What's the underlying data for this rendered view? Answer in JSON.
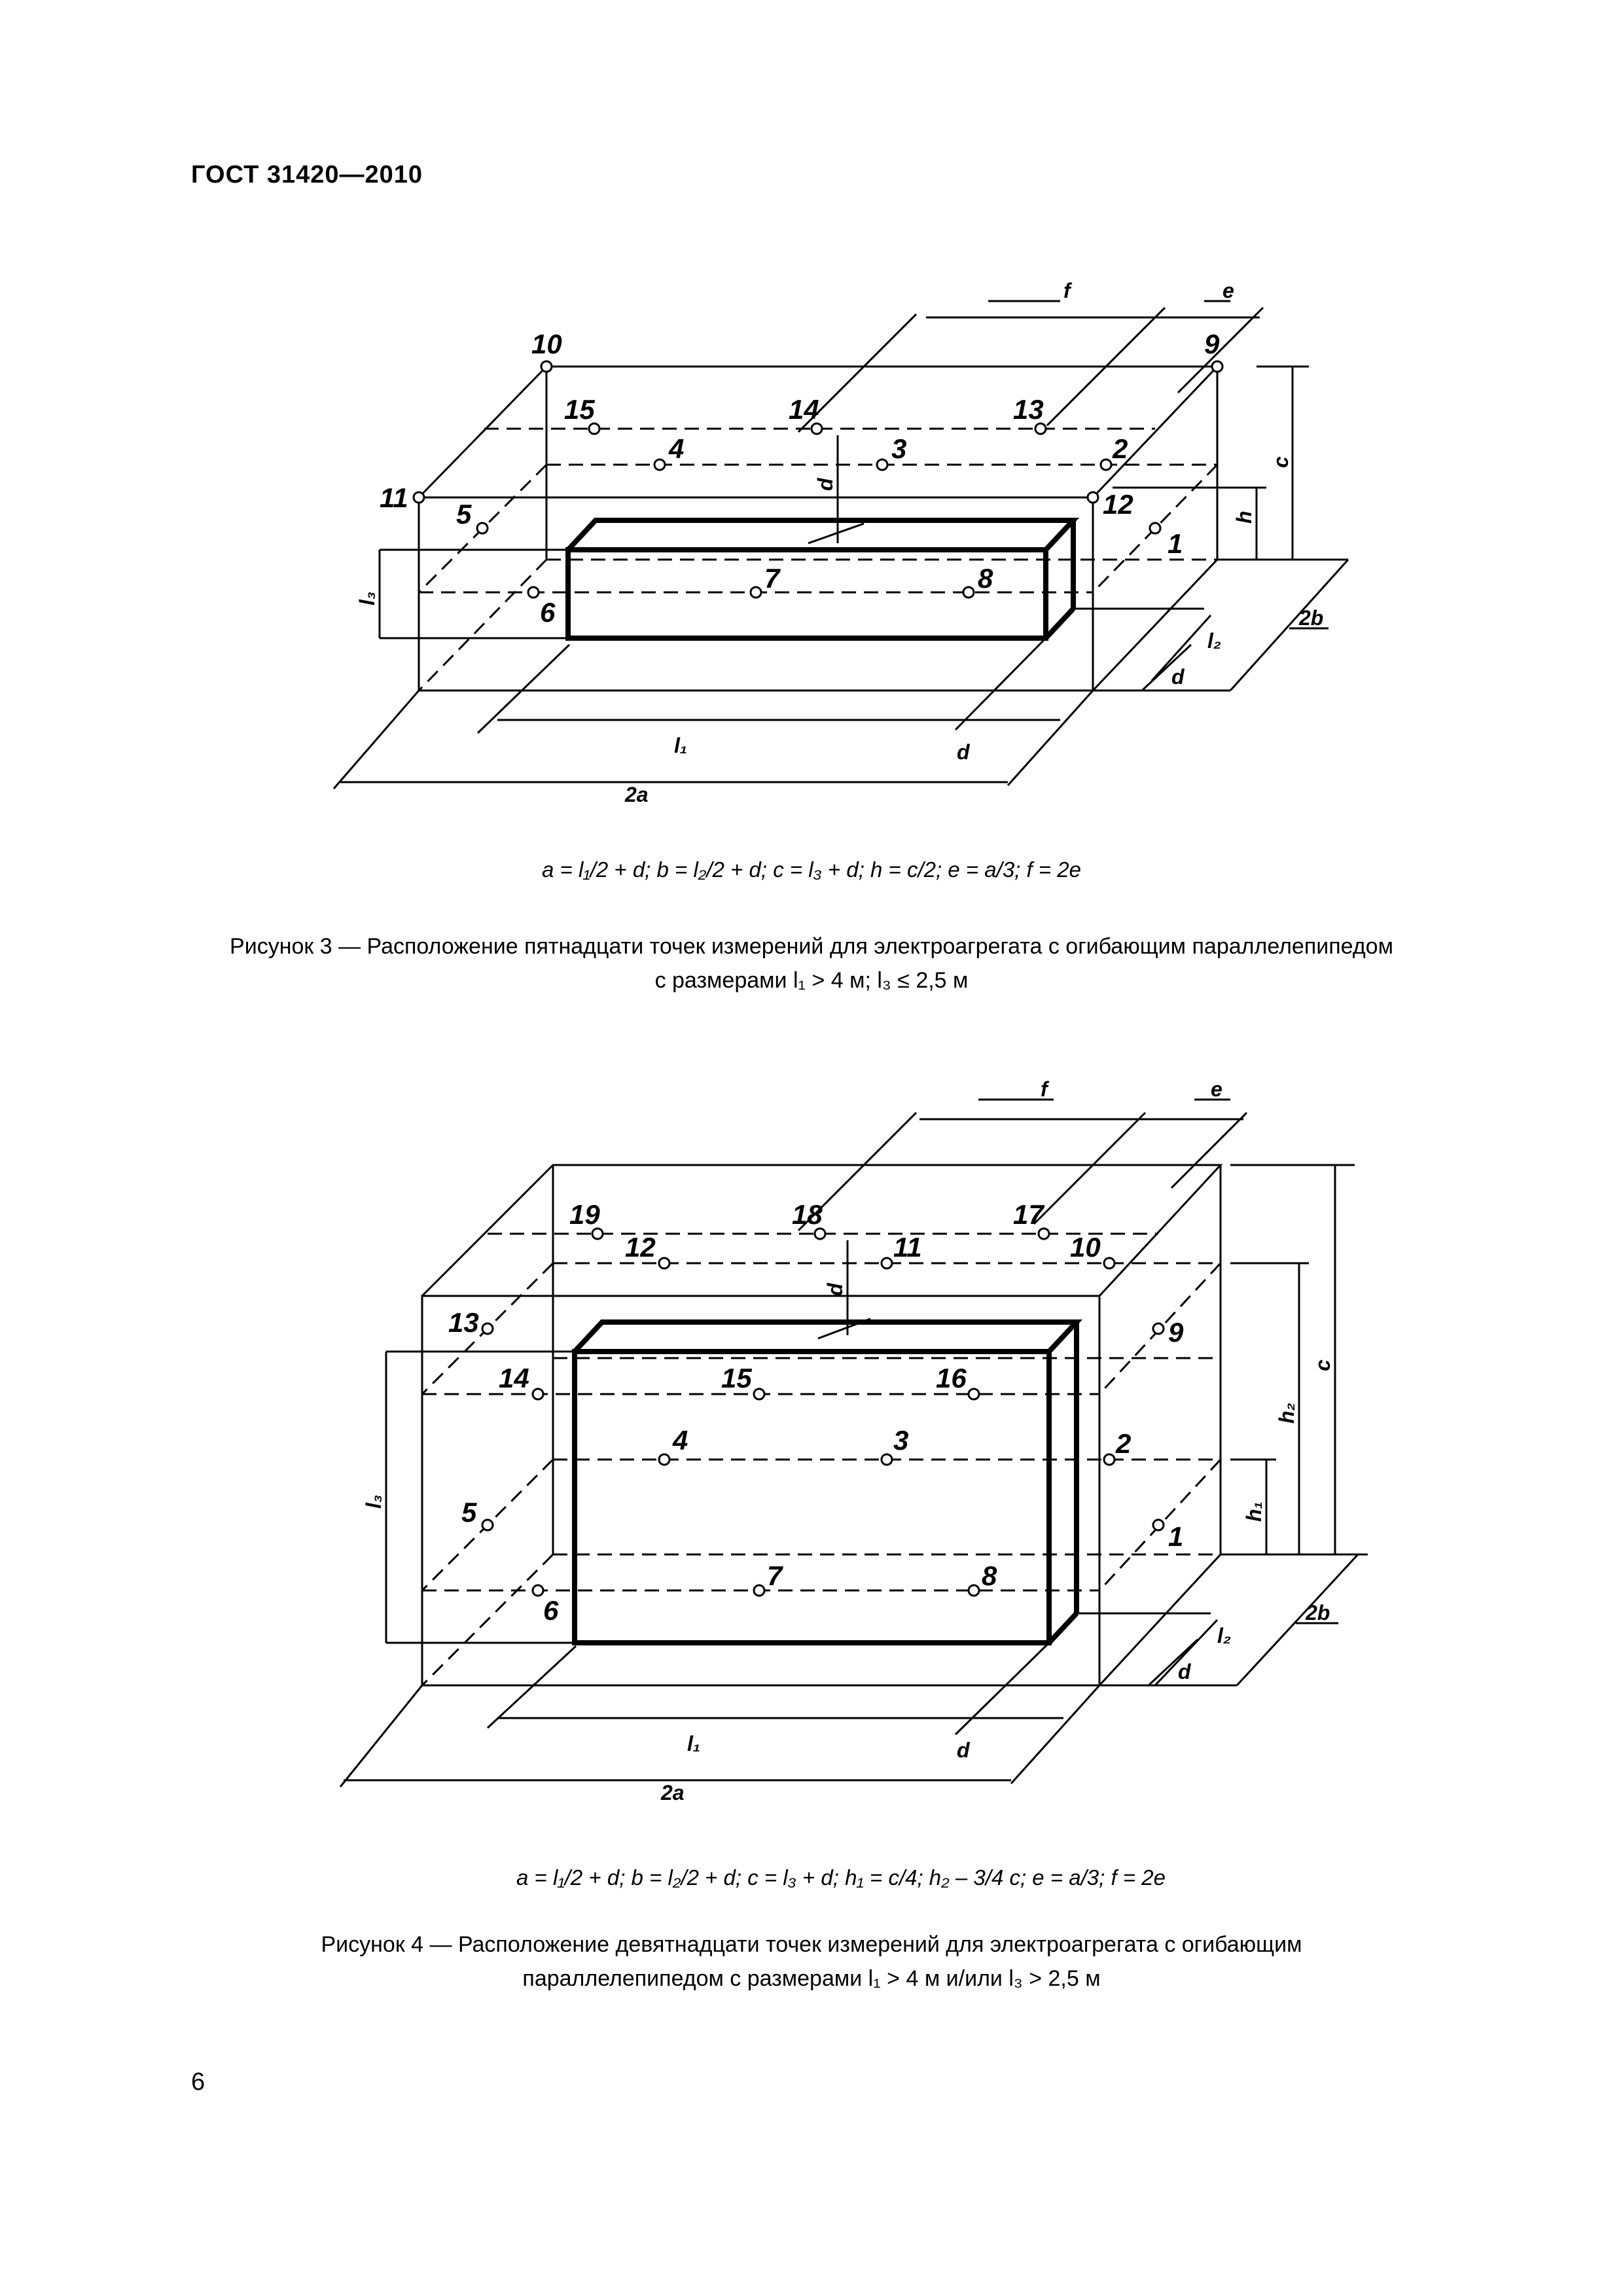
{
  "header": {
    "standard": "ГОСТ 31420—2010"
  },
  "page_number": "6",
  "figure3": {
    "caption_line1": "Рисунок  3 — Расположение пятнадцати точек измерений для электроагрегата с огибающим параллелепипедом",
    "caption_line2": "с размерами l₁ > 4 м; l₃ ≤ 2,5 м",
    "formula": "a = l₁/2 + d; b = l₂/2 + d; c = l₃ + d; h = c/2; e = a/3; f = 2e",
    "point_labels": [
      "1",
      "2",
      "3",
      "4",
      "5",
      "6",
      "7",
      "8",
      "9",
      "10",
      "11",
      "12",
      "13",
      "14",
      "15"
    ],
    "dim_labels": {
      "f": "f",
      "e": "e",
      "c": "c",
      "h": "h",
      "d": "d",
      "l3": "l₃",
      "l2": "l₂",
      "b2": "2b",
      "l1": "l₁",
      "a2": "2a"
    }
  },
  "figure4": {
    "caption_line1": "Рисунок  4 — Расположение девятнадцати точек измерений для электроагрегата с огибающим",
    "caption_line2": "параллелепипедом с размерами l₁ > 4 м и/или l₃ > 2,5 м",
    "formula": "a = l₁/2 + d; b = l₂/2 + d; c = l₃ + d; h₁ = c/4; h₂ – 3/4 c; e = a/3; f = 2e",
    "point_labels": [
      "1",
      "2",
      "3",
      "4",
      "5",
      "6",
      "7",
      "8",
      "9",
      "10",
      "11",
      "12",
      "13",
      "14",
      "15",
      "16",
      "17",
      "18",
      "19"
    ],
    "dim_labels": {
      "f": "f",
      "e": "e",
      "c": "c",
      "h1": "h₁",
      "h2": "h₂",
      "d": "d",
      "l3": "l₃",
      "l2": "l₂",
      "b2": "2b",
      "l1": "l₁",
      "a2": "2a"
    }
  }
}
